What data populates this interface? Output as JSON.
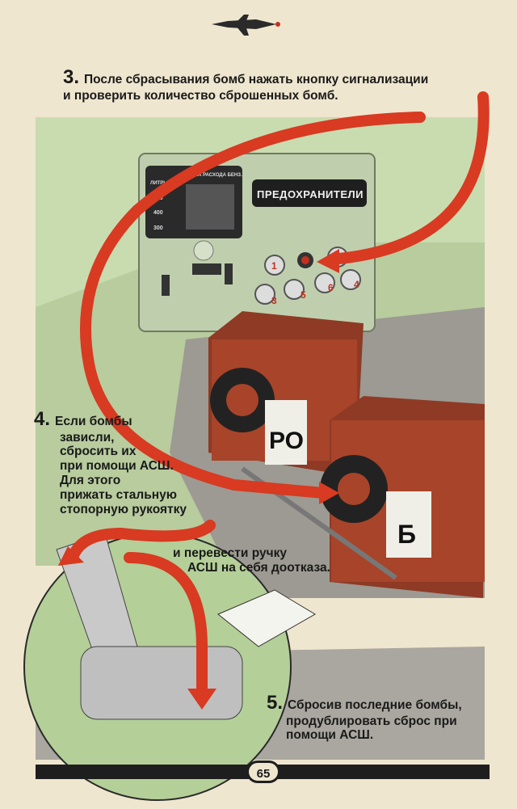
{
  "step3": {
    "number": "3.",
    "lines": [
      "После сбрасывания бомб нажать кнопку сигнализации",
      "и проверить количество сброшенных бомб."
    ]
  },
  "panel": {
    "scheme_label": "СХЕМА РАСХОДА БЕНЗ.",
    "liters_label": "ЛИТРЫ",
    "scale": [
      "500",
      "400",
      "300"
    ],
    "fuses_label": "ПРЕДОХРАНИТЕЛИ",
    "buttons": [
      "1",
      "2",
      "3",
      "4",
      "5",
      "6"
    ]
  },
  "boxes": {
    "left_letters": "РО",
    "right_letter": "Б"
  },
  "step4": {
    "number": "4.",
    "lines": [
      "Если бомбы",
      "зависли,",
      "сбросить их",
      "при помощи АСШ.",
      "Для этого",
      "прижать стальную",
      "стопорную рукоятку"
    ],
    "continuation": [
      "и перевести ручку",
      "АСШ на себя доотказа."
    ]
  },
  "step5": {
    "number": "5.",
    "lines": [
      "Сбросив последние бомбы,",
      "продублировать сброс при",
      "помощи АСШ."
    ]
  },
  "footer": {
    "page_number": "65"
  }
}
